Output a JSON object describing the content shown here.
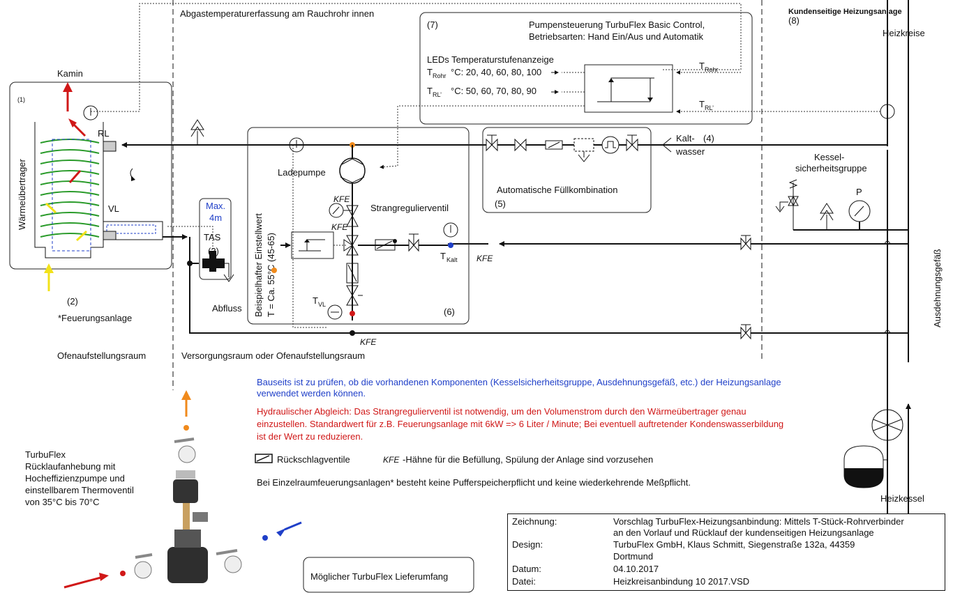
{
  "sections": {
    "left_room": "Ofenaufstellungsraum",
    "mid_room": "Versorgungsraum oder Ofenaufstellungsraum",
    "customer_title": "Kundenseitige Heizungsanlage",
    "customer_num": "(8)",
    "heizkreise": "Heizkreise",
    "heizkessel": "Heizkessel",
    "ausdehnungsgefaess": "Ausdehnungsgefäß"
  },
  "top_note": "Abgastemperaturerfassung am Rauchrohr innen",
  "oven": {
    "num": "(1)",
    "kamin": "Kamin",
    "waermeuebertrager": "Wärmeübertrager",
    "rl": "RL",
    "vl": "VL",
    "feuer_num": "(2)",
    "feuerungsanlage": "*Feuerungsanlage"
  },
  "tas": {
    "max": "Max.",
    "len": "4m",
    "label": "TAS",
    "num": "(3)",
    "abfluss": "Abfluss"
  },
  "control": {
    "num": "(7)",
    "title1": "Pumpensteuerung TurbuFlex Basic Control,",
    "title2": "Betriebsarten: Hand Ein/Aus und Automatik",
    "leds": "LEDs Temperaturstufenanzeige",
    "t_sym": "T",
    "rohr_sub": "Rohr",
    "rl_sub": "RL’",
    "rohr_values": "°C: 20, 40, 60, 80, 100",
    "rl_values": "°C: 50, 60, 70, 80, 90"
  },
  "fill": {
    "kalt": "Kalt-",
    "wasser": "wasser",
    "num": "(4)",
    "label": "Automatische Füllkombination",
    "num2": "(5)"
  },
  "group": {
    "ladepumpe": "Ladepumpe",
    "kfe": "KFE",
    "strangregulierventil": "Strangregulierventil",
    "setpoint1": "Beispielhafter Einstellwert",
    "setpoint2": "T = Ca. 55°C (45-65)",
    "t_kalt_sub": "Kalt",
    "t_vl_sub": "VL",
    "num": "(6)"
  },
  "kessel": {
    "line1": "Kessel-",
    "line2": "sicherheitsgruppe",
    "p": "P"
  },
  "notes": {
    "blue1": "Bauseits ist zu prüfen, ob die vorhandenen Komponenten (Kesselsicherheitsgruppe, Ausdehnungsgefäß, etc.) der Heizungsanlage",
    "blue2": "verwendet werden können.",
    "red1": "Hydraulischer Abgleich: Das Strangregulierventil ist notwendig, um den Volumenstrom durch den Wärmeübertrager genau",
    "red2": "einzustellen. Standardwert für z.B. Feuerungsanlage mit 6kW => 6 Liter / Minute; Bei eventuell auftretender Kondenswasserbildung",
    "red3": "ist der Wert zu reduzieren.",
    "rueckschlag": "Rückschlagventile",
    "kfe_hint": "-Hähne für die Befüllung, Spülung der Anlage sind vorzusehen",
    "einzel": "Bei Einzelraumfeuerungsanlagen* besteht keine Pufferspeicherpflicht und keine wiederkehrende Meßpflicht."
  },
  "product": {
    "line1": "TurbuFlex",
    "line2": "Rücklaufanhebung mit",
    "line3": "Hocheffizienzpumpe und",
    "line4": "einstellbarem Thermoventil",
    "line5": "von 35°C bis 70°C",
    "lieferumfang": "Möglicher TurbuFlex Lieferumfang"
  },
  "titleblock": {
    "zeichnung_lbl": "Zeichnung:",
    "zeichnung_val1": "Vorschlag TurbuFlex-Heizungsanbindung: Mittels T-Stück-Rohrverbinder",
    "zeichnung_val2": "an den Vorlauf und Rücklauf der kundenseitigen Heizungsanlage",
    "design_lbl": "Design:",
    "design_val1": "TurbuFlex GmbH, Klaus Schmitt, Siegenstraße 132a, 44359",
    "design_val2": "Dortmund",
    "datum_lbl": "Datum:",
    "datum_val": "04.10.2017",
    "datei_lbl": "Datei:",
    "datei_val": "Heizkreisanbindung 10 2017.VSD"
  },
  "colors": {
    "blue": "#1f3fc8",
    "red": "#d01818",
    "orange": "#f08a1c",
    "green": "#2a9b2a",
    "yellow": "#f2e21a"
  }
}
